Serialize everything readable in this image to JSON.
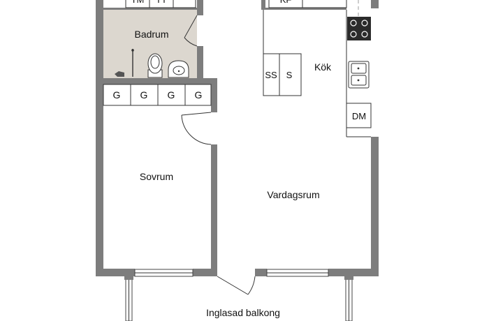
{
  "rooms": {
    "badrum": "Badrum",
    "kok": "Kök",
    "sovrum": "Sovrum",
    "vardagsrum": "Vardagsrum",
    "balkong": "Inglasad balkong"
  },
  "fixtures": {
    "tm": "TM",
    "tt": "TT",
    "kf": "KF",
    "ss": "SS",
    "s": "S",
    "dm": "DM",
    "g1": "G",
    "g2": "G",
    "g3": "G",
    "g4": "G"
  },
  "colors": {
    "wall": "#7d7d7d",
    "bathroom_floor": "#dcd7cf",
    "background": "#ffffff"
  }
}
